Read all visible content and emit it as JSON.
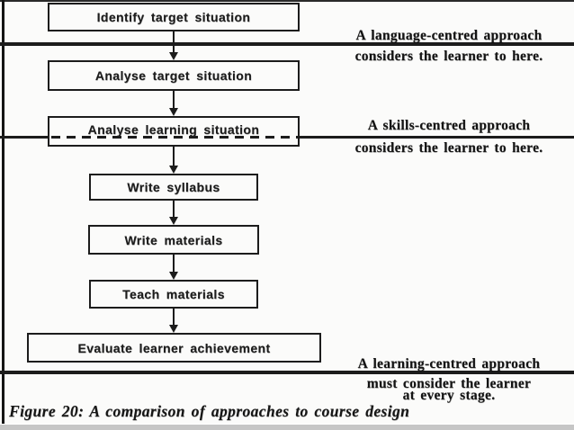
{
  "figure": {
    "steps": [
      {
        "label": "Identify target situation"
      },
      {
        "label": "Analyse target situation"
      },
      {
        "label": "Analyse learning situation"
      },
      {
        "label": "Write syllabus"
      },
      {
        "label": "Write materials"
      },
      {
        "label": "Teach materials"
      },
      {
        "label": "Evaluate learner achievement"
      }
    ],
    "annotations": [
      {
        "lines": [
          "A language-centred approach",
          "considers the learner to here."
        ]
      },
      {
        "lines": [
          "A skills-centred approach",
          "considers the learner to here."
        ]
      },
      {
        "lines": [
          "A learning-centred approach",
          "must consider the learner",
          "at every stage."
        ]
      }
    ],
    "caption": "Figure 20: A comparison of approaches to course design",
    "colors": {
      "ink": "#1c1c1c",
      "paper": "#fbfbfa",
      "bottom_strip": "#c6c6c6"
    }
  }
}
